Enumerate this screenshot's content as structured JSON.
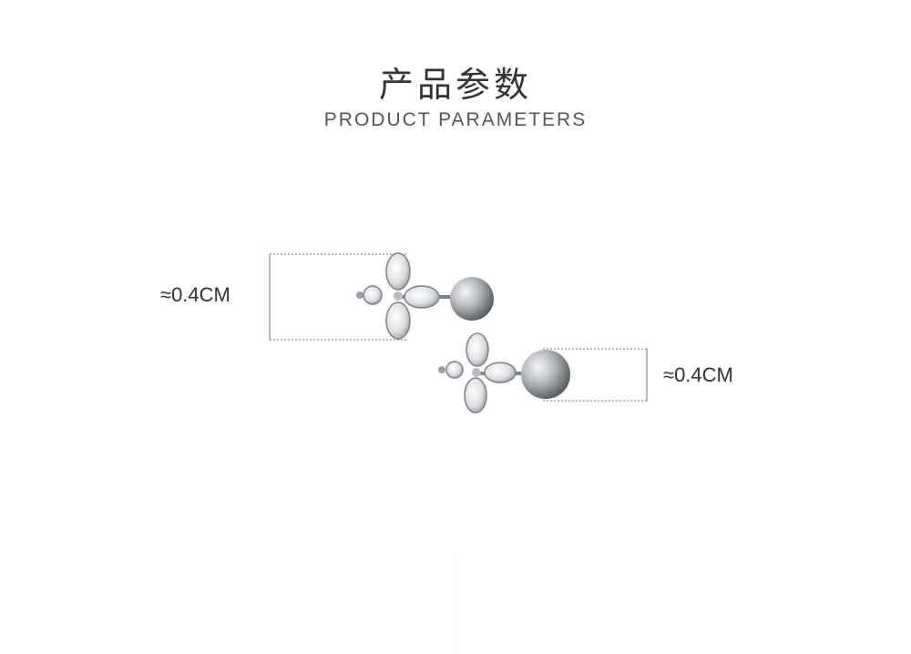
{
  "header": {
    "title_cn": "产品参数",
    "title_en": "PRODUCT PARAMETERS"
  },
  "dimensions": {
    "left_label": "≈0.4CM",
    "right_label": "≈0.4CM"
  },
  "colors": {
    "guide_line": "#8a8a8a",
    "metal": "#9aa0a6",
    "background": "#ffffff"
  }
}
